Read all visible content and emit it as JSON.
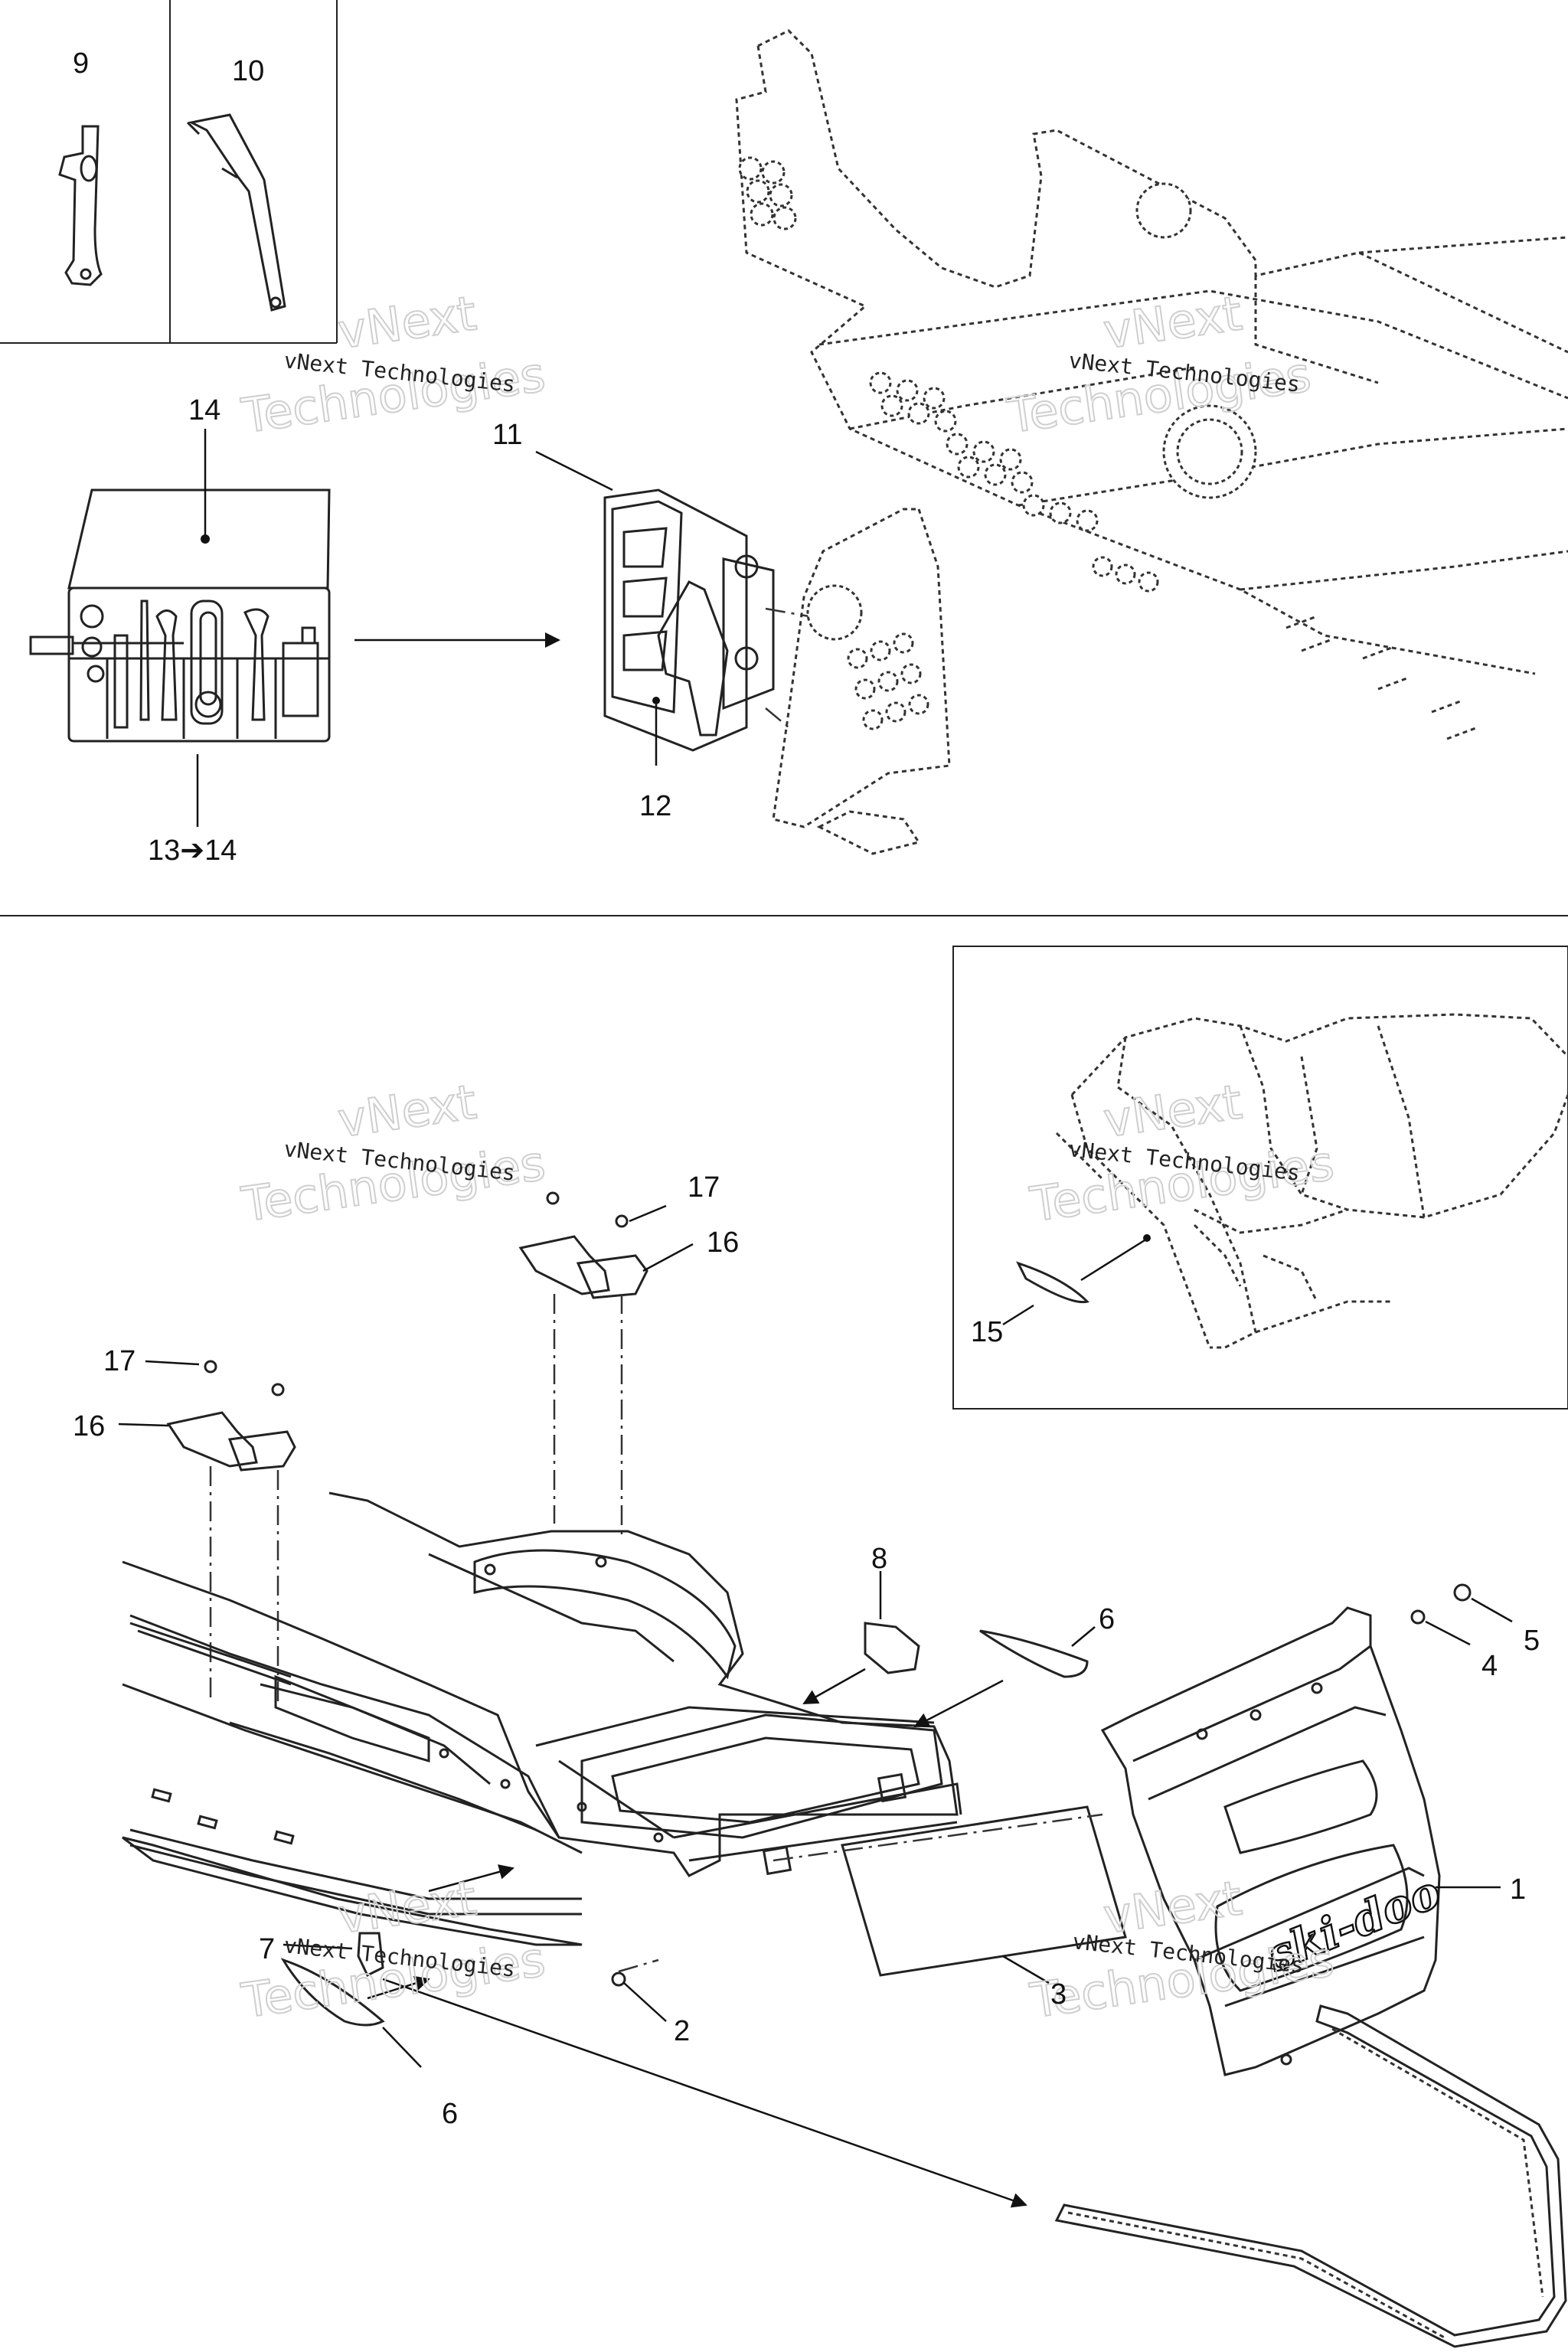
{
  "watermark": {
    "line1": "vNext",
    "line2": "Technologies",
    "caption": "vNext Technologies"
  },
  "callouts": {
    "c1": "1",
    "c2": "2",
    "c3": "3",
    "c4": "4",
    "c5": "5",
    "c6a": "6",
    "c6b": "6",
    "c7": "7",
    "c8": "8",
    "c9": "9",
    "c10": "10",
    "c11": "11",
    "c12": "12",
    "c13_14": "13➔14",
    "c14": "14",
    "c15": "15",
    "c16a": "16",
    "c16b": "16",
    "c17a": "17",
    "c17b": "17"
  },
  "brand_logo": "ski-doo"
}
